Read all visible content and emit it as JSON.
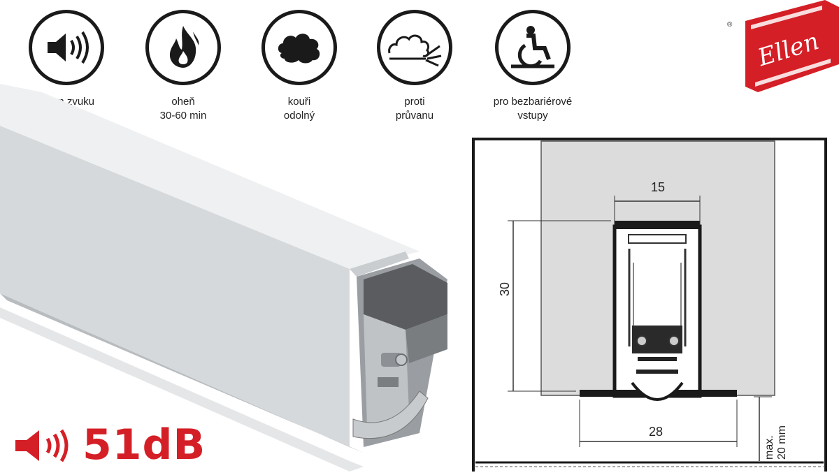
{
  "features": [
    {
      "icon": "speaker-icon",
      "line1": "útlum zvuku",
      "line2": "51dB"
    },
    {
      "icon": "fire-icon",
      "line1": "oheň",
      "line2": "30-60 min"
    },
    {
      "icon": "smoke-icon",
      "line1": "kouři",
      "line2": "odolný"
    },
    {
      "icon": "draught-icon",
      "line1": "proti",
      "line2": "průvanu"
    },
    {
      "icon": "wheelchair-icon",
      "line1": "pro bezbariérové",
      "line2": "vstupy"
    }
  ],
  "brand": {
    "name": "Ellen",
    "registered": "®"
  },
  "badge": {
    "value": "51dB"
  },
  "diagram": {
    "width_top": "15",
    "height": "30",
    "width_bottom": "28",
    "gap_line1": "max.",
    "gap_line2": "20 mm"
  },
  "colors": {
    "accent": "#d41f26",
    "profile": "#d9dadb",
    "outline": "#1a1a1a"
  }
}
